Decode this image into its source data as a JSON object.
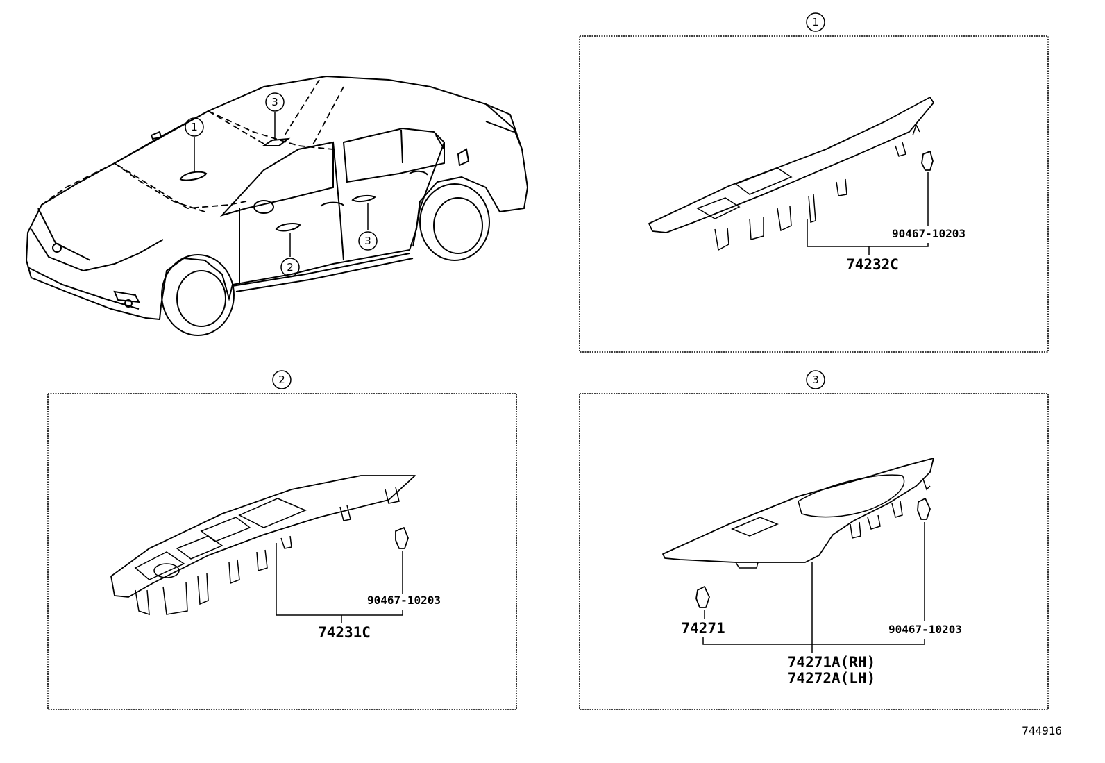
{
  "diagram": {
    "callouts": {
      "c1": "1",
      "c2": "2",
      "c3": "3"
    },
    "car_callouts": {
      "c1": "1",
      "c2": "2",
      "c3": "3"
    },
    "panel1": {
      "title": "1",
      "part_main": "74232C",
      "part_clip": "90467-10203"
    },
    "panel2": {
      "title": "2",
      "part_main": "74231C",
      "part_clip": "90467-10203"
    },
    "panel3": {
      "title": "3",
      "part_clip_left": "74271",
      "part_clip_right": "90467-10203",
      "part_main_rh": "74271A(RH)",
      "part_main_lh": "74272A(LH)"
    },
    "figure_id": "744916"
  }
}
